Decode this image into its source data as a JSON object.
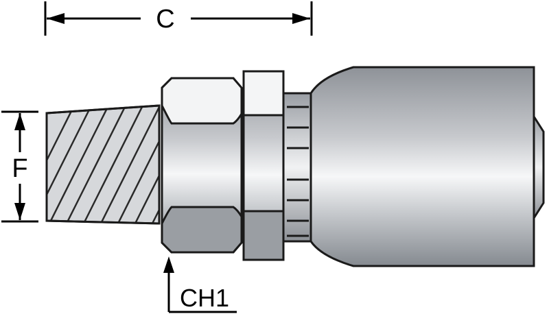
{
  "labels": {
    "c": "C",
    "f": "F",
    "ch1": "CH1"
  },
  "colors": {
    "outline": "#1a1a1a",
    "metal_dark": "#8a8e94",
    "metal_mid": "#b9bcc1",
    "metal_light": "#f4f5f6",
    "thread_fill": "#d6d8db",
    "line": "#000000",
    "background": "#ffffff"
  }
}
